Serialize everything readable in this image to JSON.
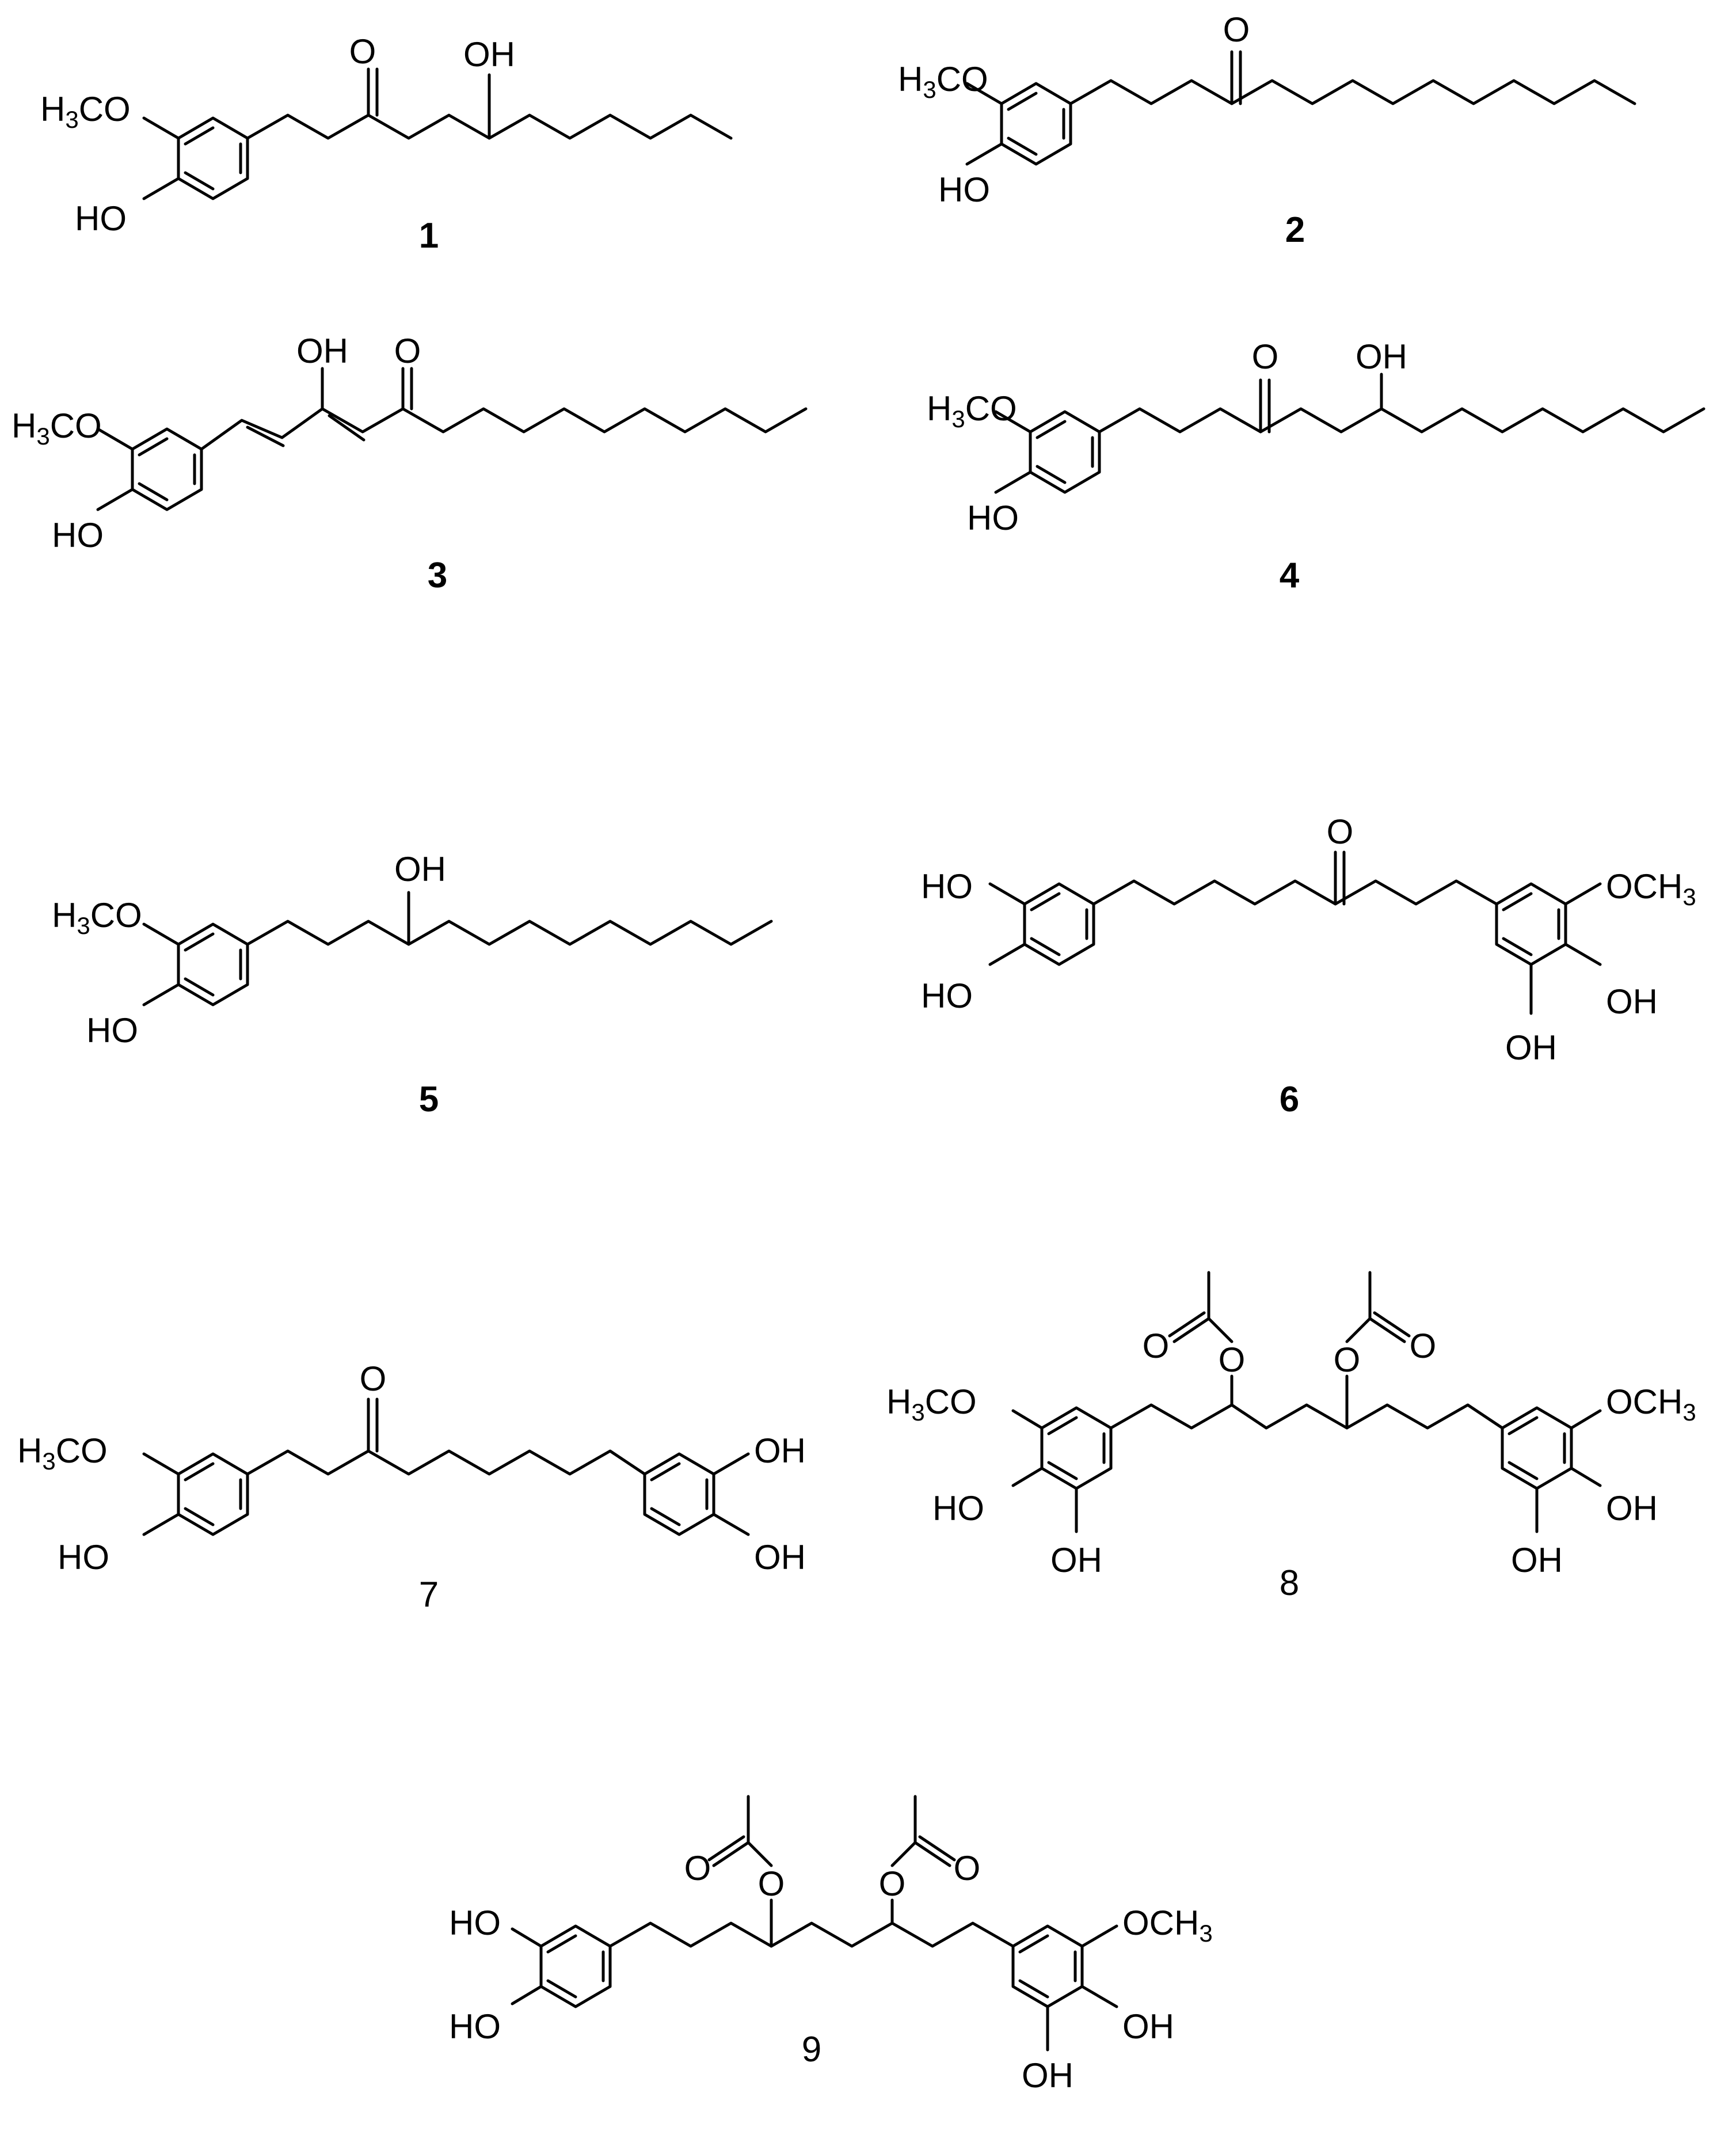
{
  "figure": {
    "compounds": [
      {
        "id": "1",
        "bold": true,
        "labels": {
          "ome": "H3CO",
          "ho": "HO",
          "o": "O",
          "oh": "OH"
        }
      },
      {
        "id": "2",
        "bold": true,
        "labels": {
          "ome": "H3CO",
          "ho": "HO",
          "o": "O"
        }
      },
      {
        "id": "3",
        "bold": true,
        "labels": {
          "ome": "H3CO",
          "ho": "HO",
          "o": "O",
          "oh": "OH"
        }
      },
      {
        "id": "4",
        "bold": true,
        "labels": {
          "ome": "H3CO",
          "ho": "HO",
          "o": "O",
          "oh": "OH"
        }
      },
      {
        "id": "5",
        "bold": true,
        "labels": {
          "ome": "H3CO",
          "ho": "HO",
          "oh": "OH"
        }
      },
      {
        "id": "6",
        "bold": true,
        "labels": {
          "ho1": "HO",
          "ho2": "HO",
          "o": "O",
          "och3": "OCH3",
          "oh1": "OH",
          "oh2": "OH"
        }
      },
      {
        "id": "7",
        "bold": false,
        "labels": {
          "ome": "H3CO",
          "ho": "HO",
          "o": "O",
          "oh1": "OH",
          "oh2": "OH"
        }
      },
      {
        "id": "8",
        "bold": false,
        "labels": {
          "ome": "H3CO",
          "ho": "HO",
          "oh1": "OH",
          "och3": "OCH3",
          "oh2": "OH",
          "oh3": "OH",
          "o1": "O",
          "o2": "O",
          "o3": "O",
          "o4": "O"
        }
      },
      {
        "id": "9",
        "bold": false,
        "labels": {
          "ho1": "HO",
          "ho2": "HO",
          "och3": "OCH3",
          "oh1": "OH",
          "oh2": "OH",
          "o1": "O",
          "o2": "O",
          "o3": "O",
          "o4": "O"
        }
      }
    ]
  }
}
